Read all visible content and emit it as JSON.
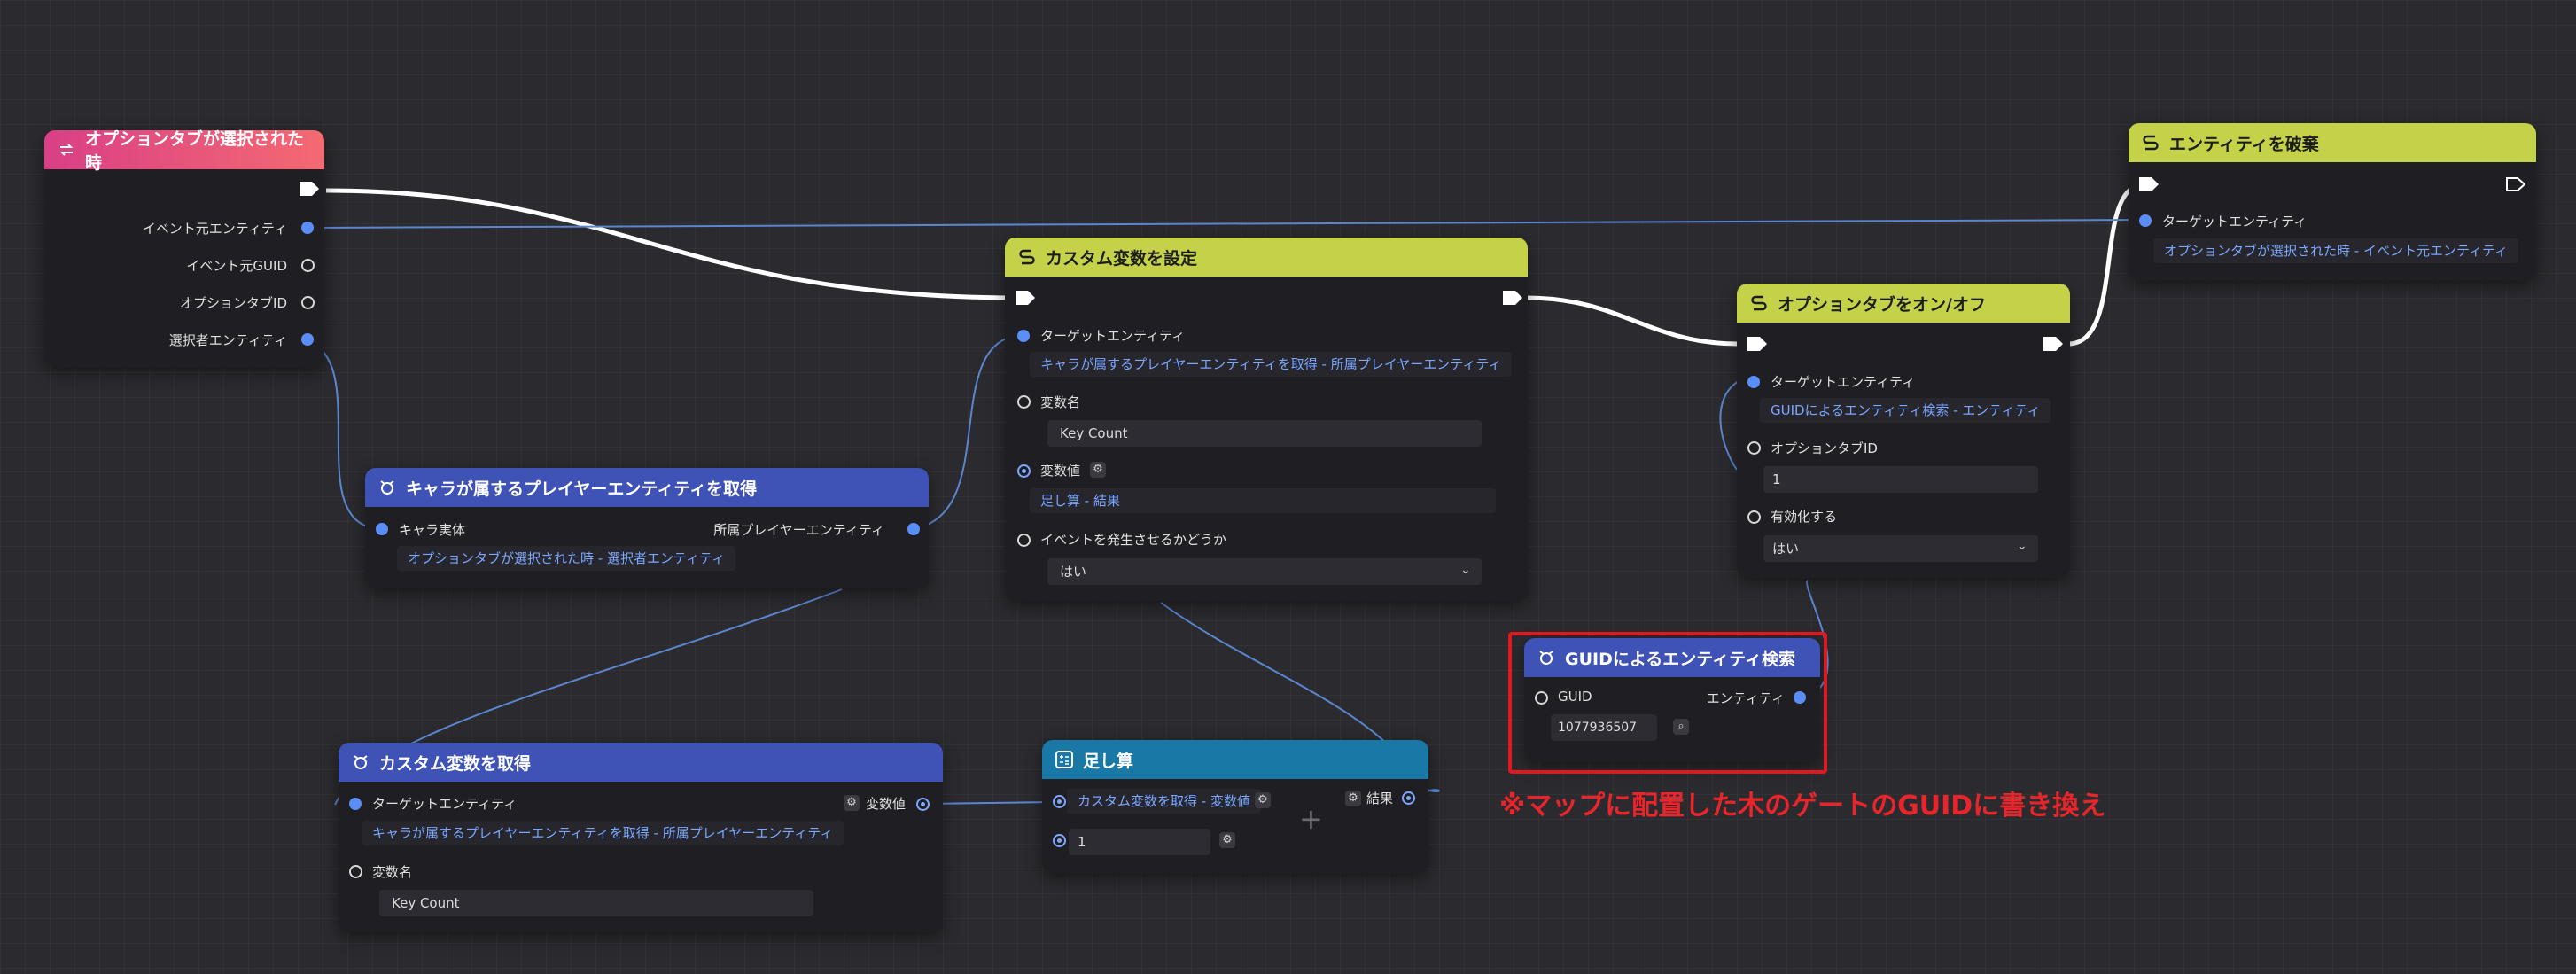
{
  "nodes": {
    "on_tab_selected": {
      "title": "オプションタブが選択された時",
      "outputs": [
        "イベント元エンティティ",
        "イベント元GUID",
        "オプションタブID",
        "選択者エンティティ"
      ]
    },
    "get_player_entity": {
      "title": "キャラが属するプレイヤーエンティティを取得",
      "input_label": "キャラ実体",
      "output_label": "所属プレイヤーエンティティ",
      "input_link": "オプションタブが選択された時 - 選択者エンティティ"
    },
    "set_custom_var": {
      "title": "カスタム変数を設定",
      "target_label": "ターゲットエンティティ",
      "target_link": "キャラが属するプレイヤーエンティティを取得 - 所属プレイヤーエンティティ",
      "var_name_label": "変数名",
      "var_name_value": "Key Count",
      "var_value_label": "変数値",
      "var_value_link": "足し算 - 結果",
      "trigger_label": "イベントを発生させるかどうか",
      "trigger_value": "はい"
    },
    "get_custom_var": {
      "title": "カスタム変数を取得",
      "target_label": "ターゲットエンティティ",
      "target_link": "キャラが属するプレイヤーエンティティを取得 - 所属プレイヤーエンティティ",
      "output_label": "変数値",
      "var_name_label": "変数名",
      "var_name_value": "Key Count"
    },
    "add": {
      "title": "足し算",
      "input_a_link": "カスタム変数を取得 - 変数値",
      "input_b_value": "1",
      "output_label": "結果"
    },
    "toggle_tab": {
      "title": "オプションタブをオン/オフ",
      "target_label": "ターゲットエンティティ",
      "target_link": "GUIDによるエンティティ検索 - エンティティ",
      "tab_id_label": "オプションタブID",
      "tab_id_value": "1",
      "enable_label": "有効化する",
      "enable_value": "はい"
    },
    "guid_search": {
      "title": "GUIDによるエンティティ検索",
      "input_label": "GUID",
      "input_value": "1077936507",
      "output_label": "エンティティ"
    },
    "destroy_entity": {
      "title": "エンティティを破棄",
      "target_label": "ターゲットエンティティ",
      "target_link": "オプションタブが選択された時 - イベント元エンティティ"
    }
  },
  "annotation": {
    "text": "※マップに配置した木のゲートのGUIDに書き換え",
    "color": "#e8252b"
  },
  "colors": {
    "canvas": "#2b2b2f",
    "node_body": "#1f1f23",
    "header_event": "#e0527a",
    "header_action": "#c4d24a",
    "header_query": "#3f52b5",
    "header_math": "#1a78a6",
    "pin_data": "#5b8ef7",
    "link_text": "#7aa7ff",
    "exec_wire": "#ffffff",
    "data_wire": "#5a86cf",
    "highlight": "#e0181f"
  }
}
